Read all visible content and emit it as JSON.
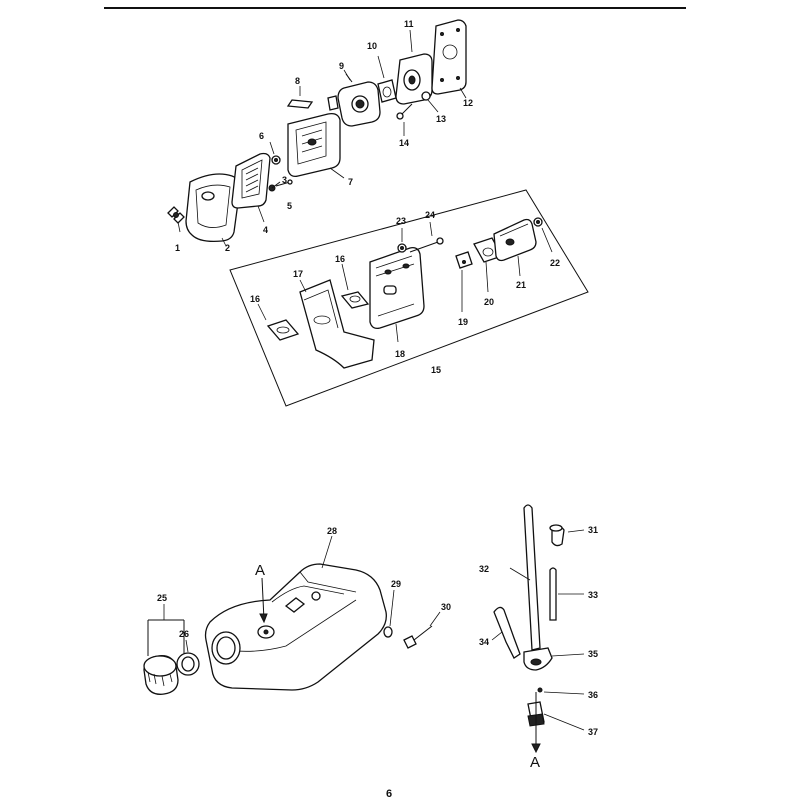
{
  "page_number": "6",
  "ref_letter": "A",
  "callouts": [
    "1",
    "2",
    "3",
    "4",
    "5",
    "6",
    "7",
    "8",
    "9",
    "10",
    "11",
    "12",
    "13",
    "14",
    "15",
    "16",
    "17",
    "18",
    "19",
    "20",
    "21",
    "22",
    "23",
    "24",
    "25",
    "26",
    "28",
    "29",
    "30",
    "31",
    "32",
    "33",
    "34",
    "35",
    "36",
    "37"
  ]
}
